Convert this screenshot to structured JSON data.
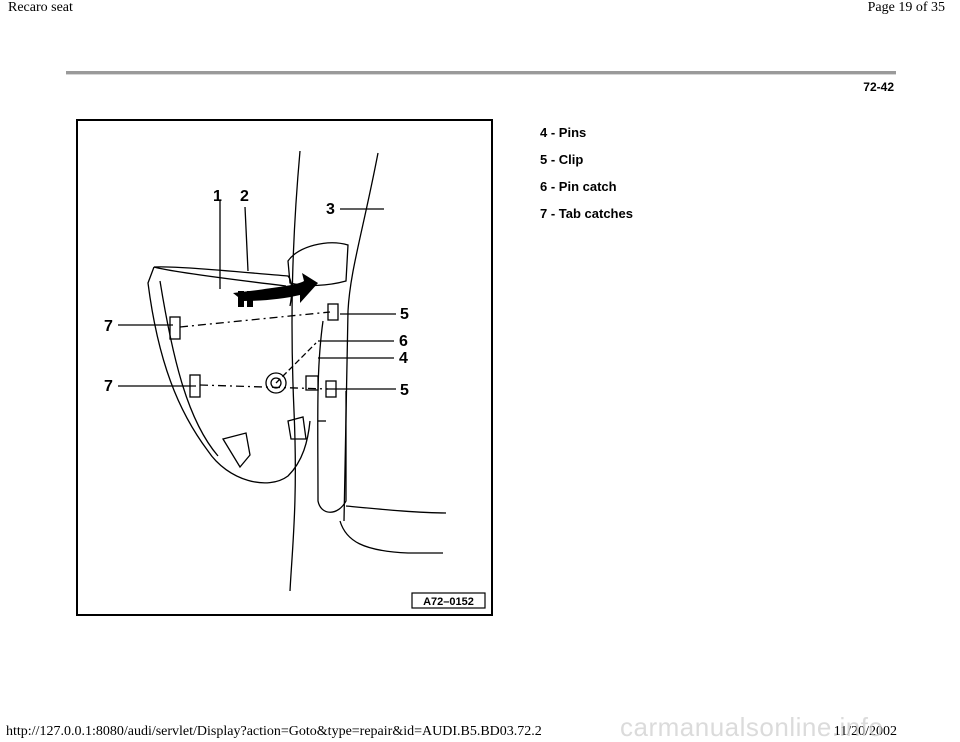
{
  "header": {
    "title": "Recaro seat",
    "page_label": "Page 19 of 35"
  },
  "page_number": "72-42",
  "figure": {
    "code": "A72–0152",
    "callouts": [
      "1",
      "2",
      "3",
      "5",
      "7",
      "6",
      "4",
      "7",
      "5"
    ]
  },
  "legend": [
    "4 - Pins",
    "5 - Clip",
    "6 - Pin catch",
    "7 - Tab catches"
  ],
  "footer": {
    "url": "http://127.0.0.1:8080/audi/servlet/Display?action=Goto&type=repair&id=AUDI.B5.BD03.72.2",
    "date": "11/20/2002"
  },
  "watermark": "carmanualsonline.info"
}
